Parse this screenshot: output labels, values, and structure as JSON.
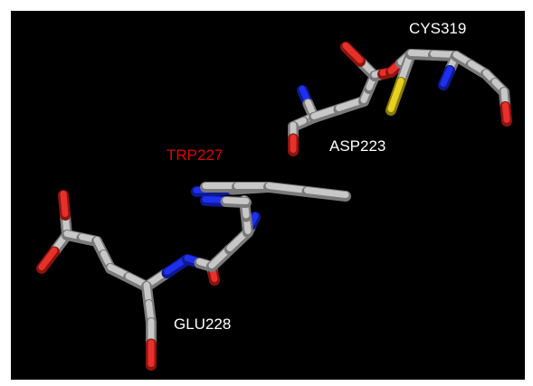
{
  "colors": {
    "carbon": "#c8c8c8",
    "nitrogen": "#1f2ff0",
    "oxygen": "#e8302a",
    "sulfur": "#e6d21e",
    "label": "#ffffff",
    "highlight_label": "#e00000",
    "background": "#000000"
  },
  "labels": {
    "cys": "CYS319",
    "asp": "ASP223",
    "trp": "TRP227",
    "glu": "GLU228"
  }
}
